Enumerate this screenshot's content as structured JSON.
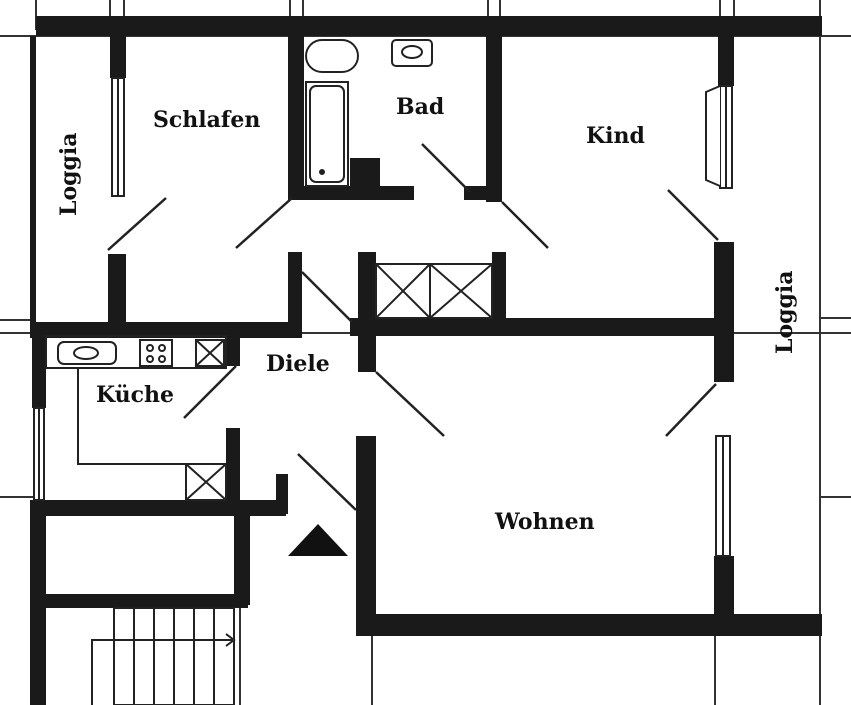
{
  "rooms": {
    "schlafen": "Schlafen",
    "bad": "Bad",
    "kind": "Kind",
    "loggia_left": "Loggia",
    "loggia_right": "Loggia",
    "diele": "Diele",
    "kueche": "Küche",
    "wohnen": "Wohnen"
  },
  "colors": {
    "wall": "#1a1a1a",
    "line": "#222222",
    "background": "#ffffff"
  }
}
